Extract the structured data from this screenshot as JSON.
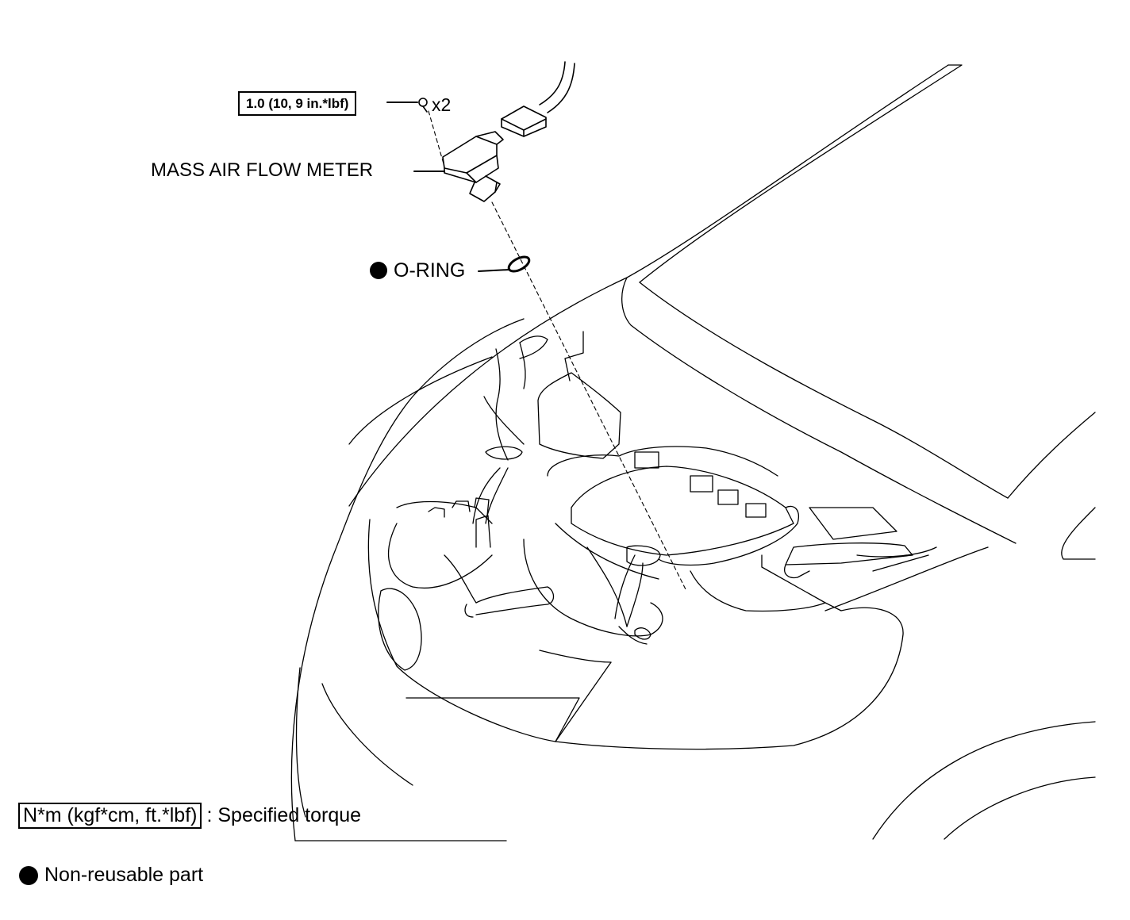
{
  "callouts": {
    "torque": "1.0 (10, 9 in.*lbf)",
    "qty": "x2",
    "maf": "MASS AIR FLOW METER",
    "oring": "O-RING"
  },
  "legend": {
    "torque_units": "N*m (kgf*cm, ft.*lbf)",
    "torque_desc": ": Specified torque",
    "nonreusable": "Non-reusable part"
  },
  "colors": {
    "line": "#000000",
    "background": "#ffffff"
  },
  "icons": [
    "bolt-icon",
    "non-reusable-bullet-icon",
    "o-ring-icon",
    "mass-air-flow-meter-icon",
    "connector-icon"
  ]
}
